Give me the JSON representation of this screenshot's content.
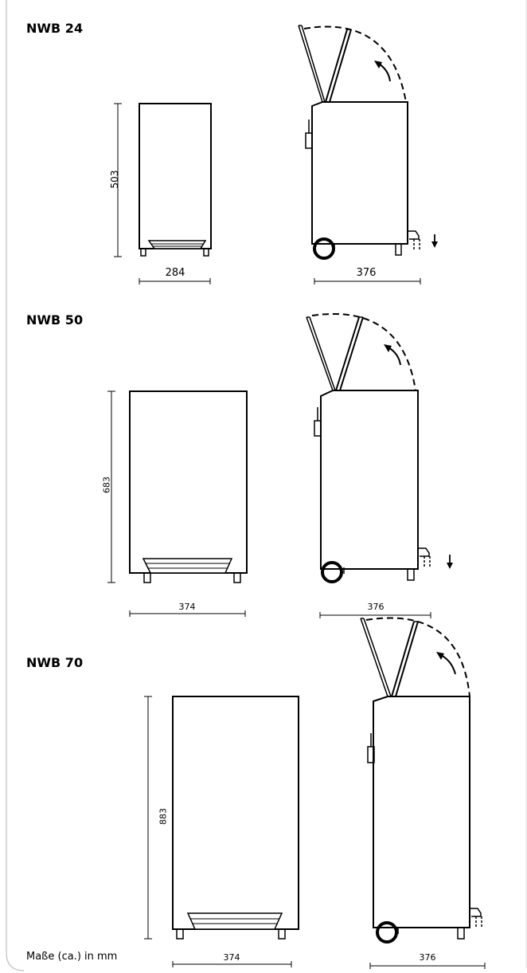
{
  "diagrams": [
    {
      "model": "NWB 24",
      "height": "503",
      "width": "284",
      "depth": "376"
    },
    {
      "model": "NWB 50",
      "height": "683",
      "width": "374",
      "depth": "376"
    },
    {
      "model": "NWB 70",
      "height": "883",
      "width": "374",
      "depth": "376"
    }
  ],
  "footnote": "Maße (ca.) in mm",
  "colors": {
    "line": "#000000",
    "border": "#bfbfbf"
  }
}
